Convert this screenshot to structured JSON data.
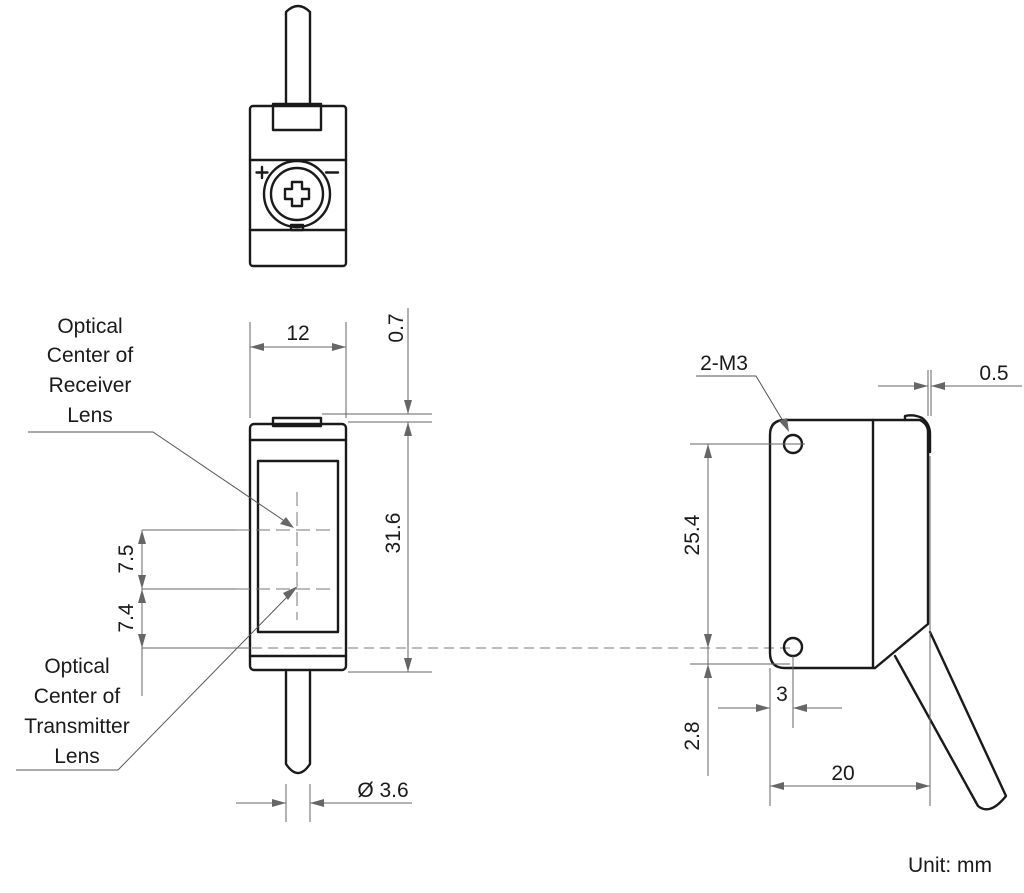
{
  "labels": {
    "receiver": [
      "Optical",
      "Center of",
      "Receiver",
      "Lens"
    ],
    "transmitter": [
      "Optical",
      "Center of",
      "Transmitter",
      "Lens"
    ],
    "thread": "2-M3",
    "unit": "Unit: mm"
  },
  "dimensions": {
    "width": "12",
    "cap_offset": "0.7",
    "height": "31.6",
    "receiver_offset": "7.5",
    "transmitter_offset": "7.4",
    "cable_diameter": "Ø 3.6",
    "side_cap": "0.5",
    "hole_pitch": "25.4",
    "hole_edge": "3",
    "hole_bottom": "2.8",
    "depth": "20"
  },
  "icons": {
    "adjust_plus": "plus-icon",
    "adjust_minus": "minus-icon",
    "adjust_screw": "screw-icon"
  }
}
